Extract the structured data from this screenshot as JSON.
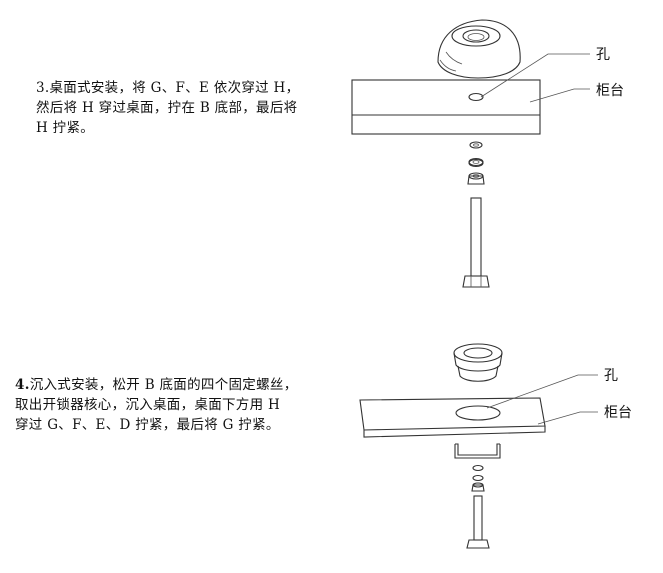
{
  "step3": {
    "lines": [
      "3.桌面式安装，将 G、F、E 依次穿过 H，",
      "然后将 H 穿过桌面，拧在 B 底部，最后将",
      "H 拧紧。"
    ]
  },
  "step4": {
    "number": "4.",
    "lines_rest": "沉入式安装，松开 B 底面的四个固定螺丝，",
    "lines": [
      "取出开锁器核心，沉入桌面，桌面下方用 H",
      "穿过 G、F、E、D 拧紧，最后将 G 拧紧。"
    ]
  },
  "labels": {
    "hole": "孔",
    "cabinet": "柜台"
  }
}
